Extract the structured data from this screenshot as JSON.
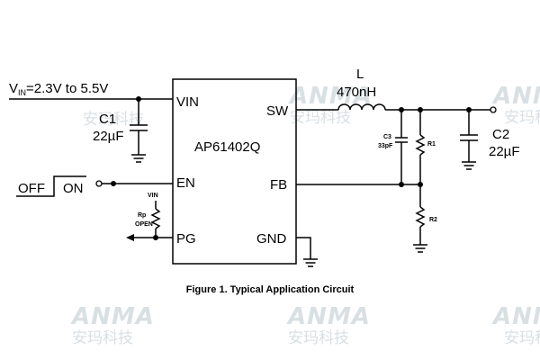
{
  "watermark": {
    "logo": "ANMA",
    "text": "安玛科技"
  },
  "ic": {
    "part_number": "AP61402Q",
    "pins": {
      "vin": "VIN",
      "sw": "SW",
      "en": "EN",
      "fb": "FB",
      "pg": "PG",
      "gnd": "GND"
    }
  },
  "input": {
    "label_v": "V",
    "label_sub": "IN",
    "label_range": "=2.3V to 5.5V"
  },
  "components": {
    "c1_name": "C1",
    "c1_value": "22µF",
    "l_name": "L",
    "l_value": "470nH",
    "c3_name": "C3",
    "c3_value": "33pF",
    "r1_name": "R1",
    "r2_name": "R2",
    "c2_name": "C2",
    "c2_value": "22µF",
    "rp_supply": "VIN",
    "rp_name": "Rp",
    "rp_state": "OPEN"
  },
  "switch": {
    "off": "OFF",
    "on": "ON"
  },
  "caption": "Figure 1. Typical Application Circuit"
}
